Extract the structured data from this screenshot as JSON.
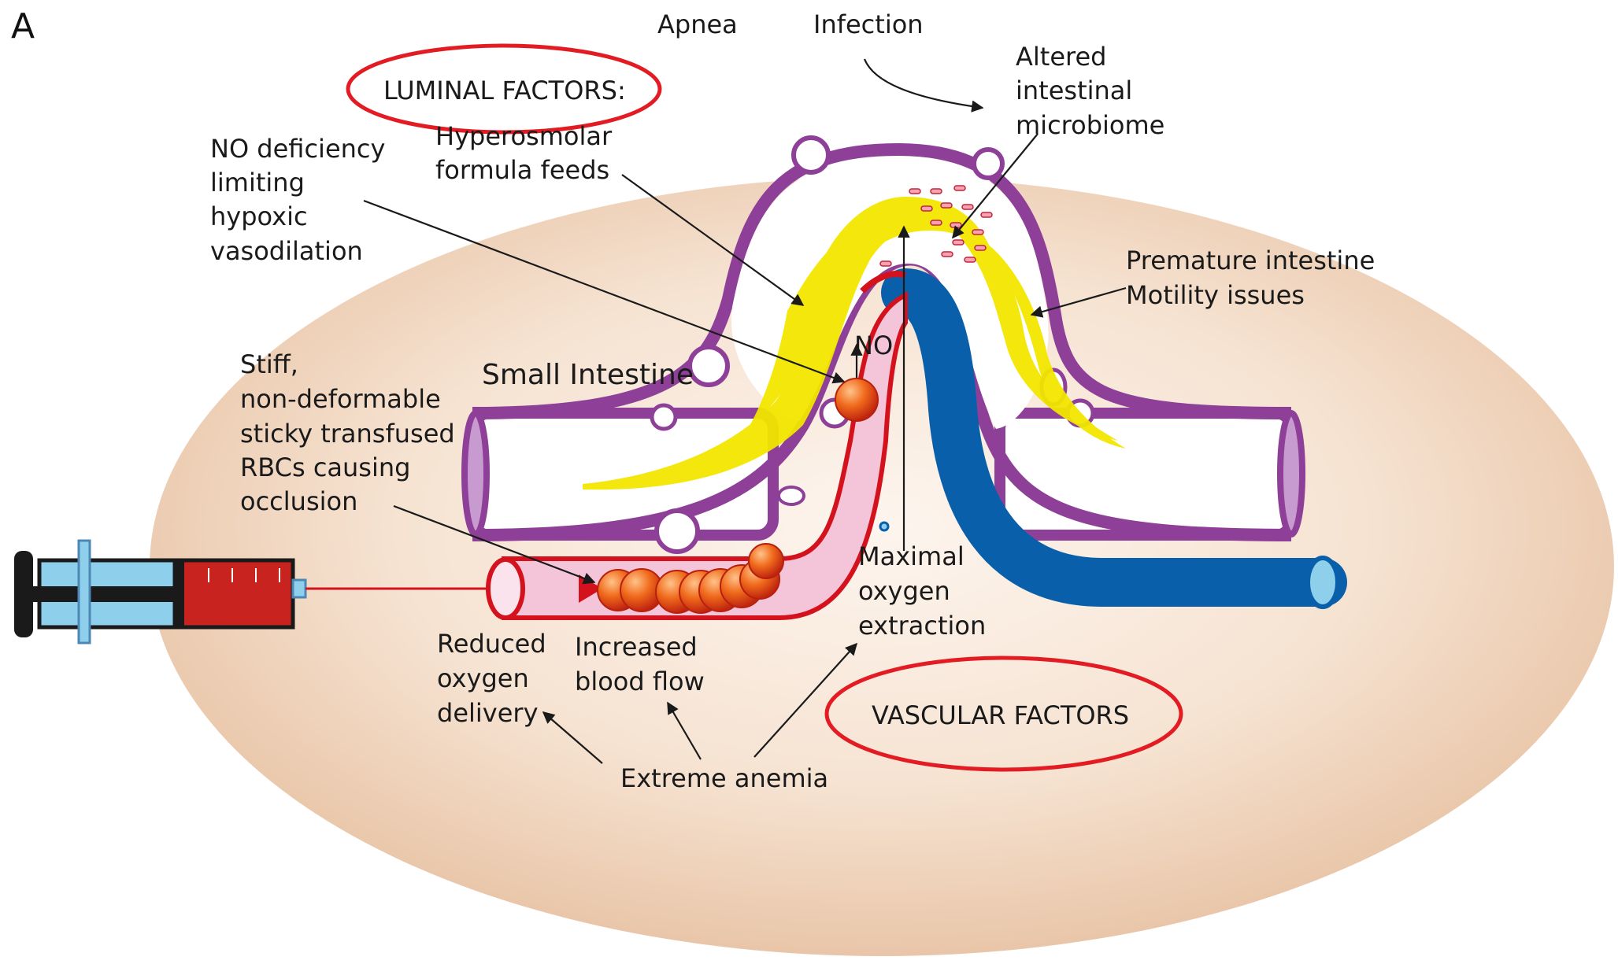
{
  "panel_letter": "A",
  "heading_luminal": "LUMINAL FACTORS:",
  "heading_vascular": "VASCULAR FACTORS",
  "labels": {
    "apnea": "Apnea",
    "infection": "Infection",
    "microbiome": [
      "Altered",
      "intestinal",
      "microbiome"
    ],
    "no_deficiency": [
      "NO deficiency",
      "limiting",
      "hypoxic",
      "vasodilation"
    ],
    "hyperosmolar": [
      "Hyperosmolar",
      "formula feeds"
    ],
    "premature": [
      "Premature intestine",
      "Motility issues"
    ],
    "small_intestine": "Small Intestine",
    "no_label": "NO",
    "stiff_rbc": [
      "Stiff,",
      "non-deformable",
      "sticky transfused",
      "RBCs causing",
      "occlusion"
    ],
    "maximal_o2": [
      "Maximal",
      "oxygen",
      "extraction"
    ],
    "reduced_o2": [
      "Reduced",
      "oxygen",
      "delivery"
    ],
    "increased_flow": [
      "Increased",
      "blood flow"
    ],
    "extreme_anemia": "Extreme anemia"
  },
  "colors": {
    "background_oval": "#f1d8c2",
    "intestine_wall": "#8e3f97",
    "feed_content": "#f3e600",
    "artery": "#d4121d",
    "artery_fill": "#f4c4d8",
    "vein": "#0a5fab",
    "rbc": "#e8501a",
    "highlight_circle": "#e31b23",
    "syringe_barrel": "#8ed0ec",
    "syringe_blood": "#c8231f"
  }
}
